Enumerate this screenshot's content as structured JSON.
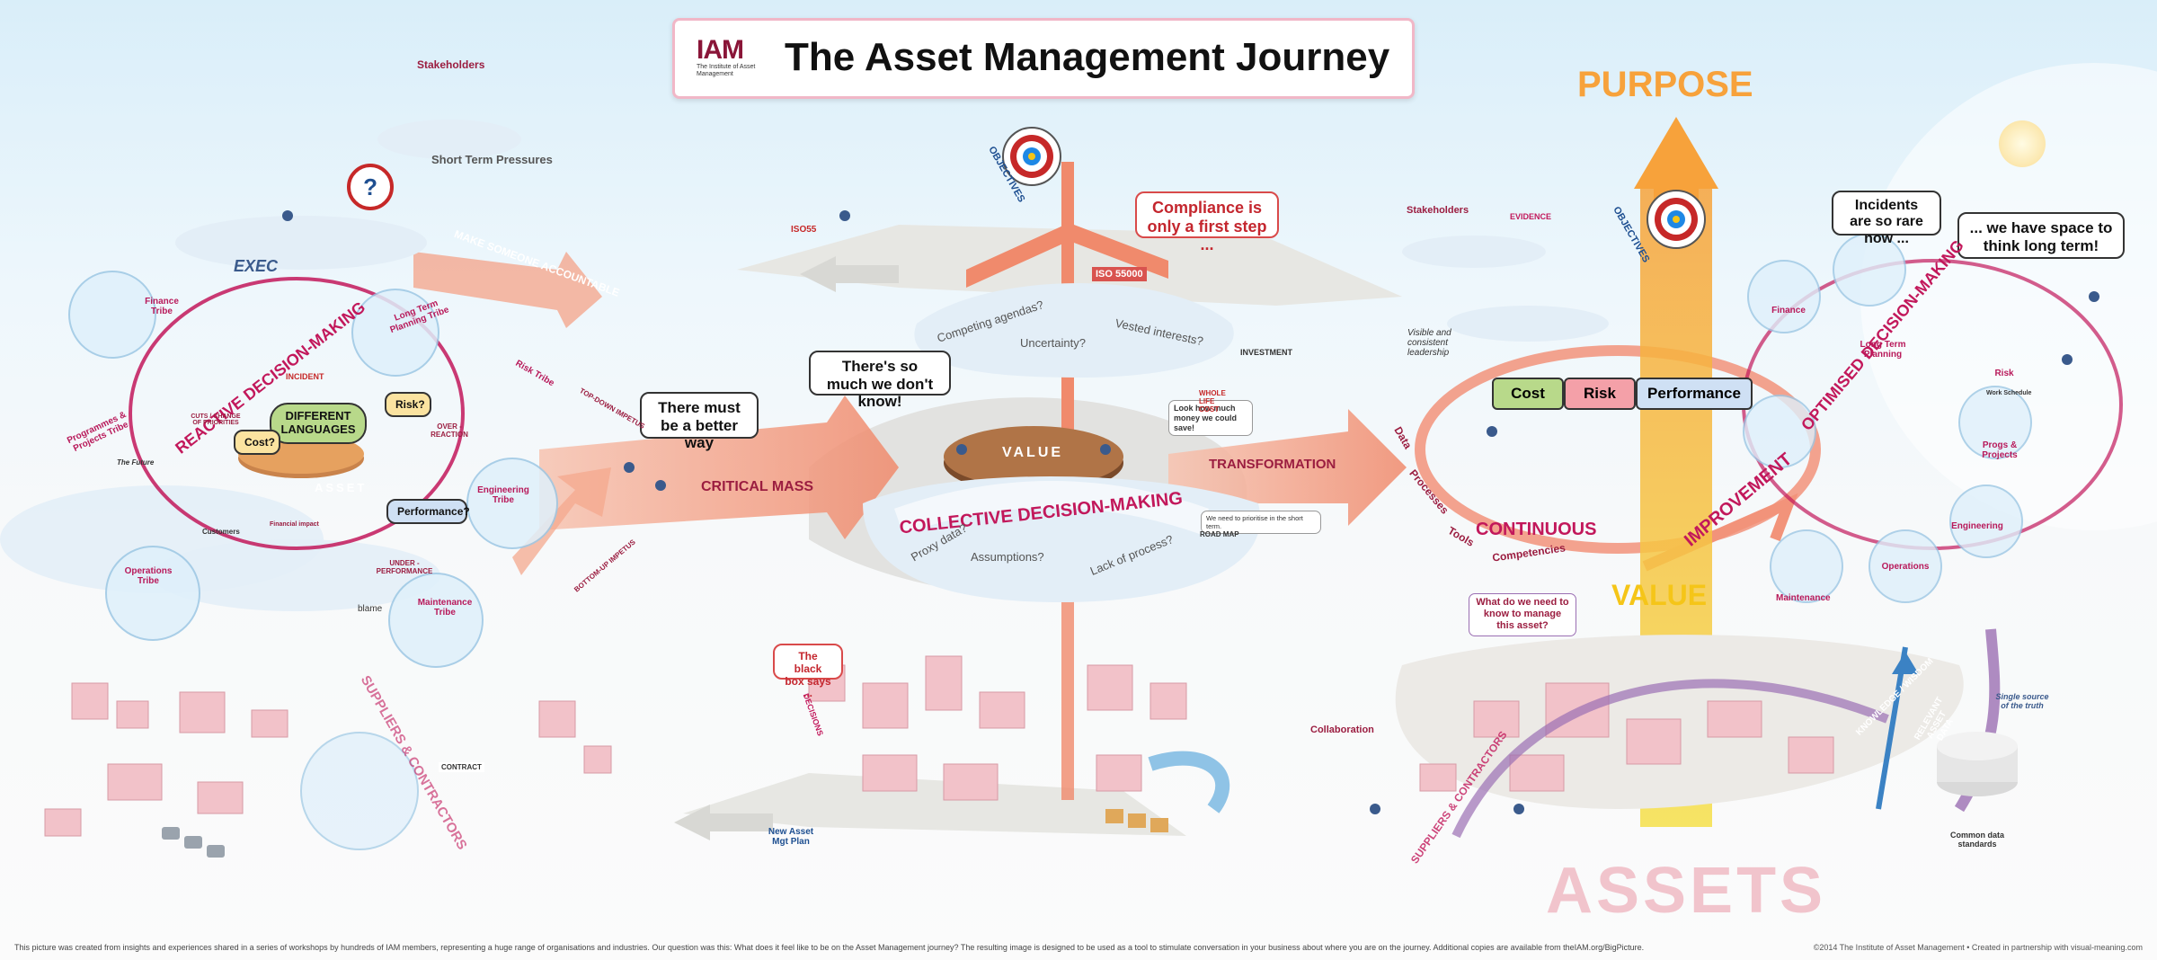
{
  "title": {
    "logo_text": "IAM",
    "logo_sub": "The Institute of Asset Management",
    "heading": "The Asset Management Journey"
  },
  "center": {
    "objectives": "OBJECTIVES",
    "iso": "ISO 55000",
    "compliance": "Compliance is only a first step ...",
    "so_much": "There's so much we don't know!",
    "better_way": "There must be a better way",
    "critical_mass": "CRITICAL MASS",
    "transformation": "TRANSFORMATION",
    "collective": "COLLECTIVE DECISION-MAKING",
    "value_table": "VALUE",
    "competing": "Competing agendas?",
    "uncertainty": "Uncertainty?",
    "vested": "Vested interests?",
    "proxy": "Proxy data?",
    "assumptions": "Assumptions?",
    "lack": "Lack of process?",
    "black_box": "The black box says ...",
    "decisions": "DECISIONS",
    "new_plan": "New Asset Mgt Plan",
    "investment": "INVESTMENT",
    "whole_life": "WHOLE LIFE COST",
    "look_money": "Look how much money we could save!",
    "prioritise": "We need to prioritise in the short term.",
    "road_map": "ROAD MAP",
    "isoss": "ISO55"
  },
  "left": {
    "stakeholders": "Stakeholders",
    "short_term": "Short Term Pressures",
    "exec": "EXEC",
    "make_someone": "MAKE SOMEONE ACCOUNTABLE",
    "reactive": "REACTIVE DECISION-MAKING",
    "different": "DIFFERENT LANGUAGES",
    "risk_q": "Risk?",
    "cost_q": "Cost?",
    "performance_q": "Performance?",
    "asset": "ASSET",
    "incident": "INCIDENT",
    "top_down": "TOP-DOWN IMPETUS",
    "bottom_up": "BOTTOM-UP IMPETUS",
    "under_perf": "UNDER - PERFORMANCE",
    "over_reaction": "OVER - REACTION",
    "cuts": "CUTS / CHANGE OF PRIORITIES",
    "finance_tribe": "Finance Tribe",
    "long_term_tribe": "Long Term Planning Tribe",
    "risk_tribe": "Risk Tribe",
    "engineering_tribe": "Engineering Tribe",
    "maintenance_tribe": "Maintenance Tribe",
    "operations_tribe": "Operations Tribe",
    "programmes_tribe": "Programmes & Projects Tribe",
    "customers": "Customers",
    "financial_impact": "Financial impact",
    "blame": "blame",
    "suppliers": "SUPPLIERS & CONTRACTORS",
    "contract": "CONTRACT",
    "future": "The Future"
  },
  "right": {
    "purpose": "PURPOSE",
    "objectives": "OBJECTIVES",
    "stakeholders": "Stakeholders",
    "evidence": "EVIDENCE",
    "visible": "Visible and consistent leadership",
    "cost": "Cost",
    "risk": "Risk",
    "performance": "Performance",
    "continuous": "CONTINUOUS",
    "improvement": "IMPROVEMENT",
    "value": "VALUE",
    "data": "Data",
    "processes": "Processes",
    "tools": "Tools",
    "competencies": "Competencies",
    "incidents": "Incidents are so rare now ...",
    "space": "... we have space to think long term!",
    "optimised": "OPTIMISED DECISION-MAKING",
    "what_do_we_need": "What do we need to know to manage this asset?",
    "assets": "ASSETS",
    "collaboration": "Collaboration",
    "knowledge": "KNOWLEDGE / WISDOM",
    "relevant": "RELEVANT ASSET DATA",
    "single_source": "Single source of the truth",
    "common_data": "Common data standards",
    "finance": "Finance",
    "long_term_planning": "Long Term Planning",
    "risk_label": "Risk",
    "progs": "Progs & Projects",
    "engineering": "Engineering",
    "operations": "Operations",
    "maintenance": "Maintenance",
    "work_schedule": "Work Schedule",
    "suppliers": "SUPPLIERS & CONTRACTORS"
  },
  "footer": {
    "left": "This picture was created from insights and experiences shared in a series of workshops by hundreds of IAM members, representing a huge range of organisations and industries.  Our question was this:  What does it feel like to be on the Asset Management journey?  The resulting image is designed to be used as a tool to stimulate conversation in your business about where you are on the journey.  Additional copies are available from theIAM.org/BigPicture.",
    "right": "©2014 The Institute of Asset Management   •   Created in partnership with visual-meaning.com"
  },
  "colors": {
    "brand": "#8a1538",
    "arrow": "#f2937a",
    "magenta": "#c2185b",
    "purpose": "#f7a23b",
    "value": "#f5c518",
    "cloud": "#e3eef7"
  },
  "icons": [
    "target-icon",
    "question-icon",
    "sun-icon",
    "up-arrow-icon"
  ]
}
